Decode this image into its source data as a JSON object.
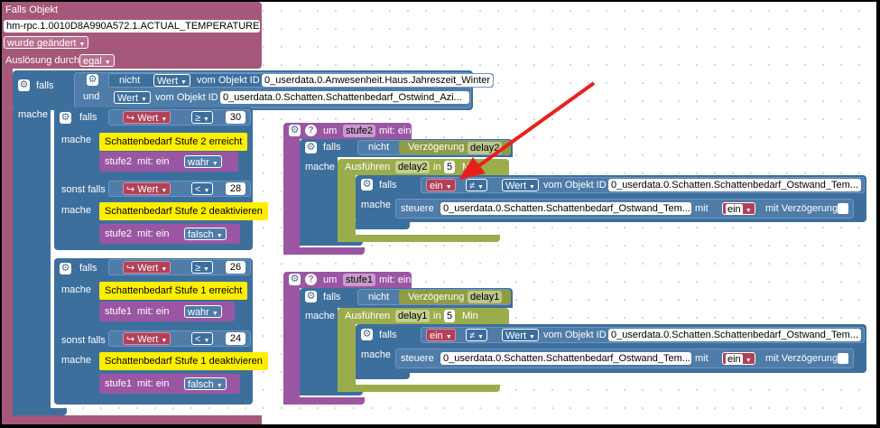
{
  "trigger": {
    "title": "Falls Objekt",
    "object_id": "hm-rpc.1.0010D8A990A572.1.ACTUAL_TEMPERATURE",
    "changed": "wurde geändert",
    "trigger_label": "Auslösung durch",
    "trigger_value": "egal"
  },
  "outer_if": {
    "falls": "falls",
    "und": "und",
    "nicht": "nicht",
    "mache": "mache",
    "wert": "Wert",
    "vom_objekt": "vom Objekt ID",
    "obj1": "0_userdata.0.Anwesenheit.Haus.Jahreszeit_Winter",
    "obj2": "0_userdata.0.Schatten.Schattenbedarf_Ostwind_Azi..."
  },
  "left_ifs": [
    {
      "falls": "falls",
      "op": "≥",
      "value": "30",
      "mache": "mache",
      "text": "Schattenbedarf Stufe 2 erreicht",
      "var": "stufe2",
      "mit": "mit: ein",
      "val": "wahr"
    },
    {
      "falls": "sonst falls",
      "op": "<",
      "value": "28",
      "mache": "mache",
      "text": "Schattenbedarf Stufe 2 deaktivieren",
      "var": "stufe2",
      "mit": "mit: ein",
      "val": "falsch"
    },
    {
      "falls": "falls",
      "op": "≥",
      "value": "26",
      "mache": "mache",
      "text": "Schattenbedarf Stufe 1 erreicht",
      "var": "stufe1",
      "mit": "mit: ein",
      "val": "wahr"
    },
    {
      "falls": "sonst falls",
      "op": "<",
      "value": "24",
      "mache": "mache",
      "text": "Schattenbedarf Stufe 1 deaktivieren",
      "var": "stufe1",
      "mit": "mit: ein",
      "val": "falsch"
    }
  ],
  "left_value_label": "Wert",
  "functions": [
    {
      "um": "um",
      "name": "stufe2",
      "mit": "mit: ein",
      "falls": "falls",
      "nicht": "nicht",
      "verz": "Verzögerung",
      "delay": "delay2",
      "mache": "mache",
      "ausf": "Ausführen",
      "in": "in",
      "num": "5",
      "unit": "Min",
      "if_falls": "falls",
      "ein": "ein",
      "neq": "≠",
      "wert": "Wert",
      "vom": "vom Objekt ID",
      "obj": "0_userdata.0.Schatten.Schattenbedarf_Ostwand_Tem...",
      "steuere": "steuere",
      "sobj": "0_userdata.0.Schatten.Schattenbedarf_Ostwand_Tem...",
      "mit2": "mit",
      "mitv": "mit Verzögerung"
    },
    {
      "um": "um",
      "name": "stufe1",
      "mit": "mit: ein",
      "falls": "falls",
      "nicht": "nicht",
      "verz": "Verzögerung",
      "delay": "delay1",
      "mache": "mache",
      "ausf": "Ausführen",
      "in": "in",
      "num": "5",
      "unit": "Min",
      "if_falls": "falls",
      "ein": "ein",
      "neq": "≠",
      "wert": "Wert",
      "vom": "vom Objekt ID",
      "obj": "0_userdata.0.Schatten.Schattenbedarf_Ostwand_Tem...",
      "steuere": "steuere",
      "sobj": "0_userdata.0.Schatten.Schattenbedarf_Ostwand_Tem...",
      "mit2": "mit",
      "mitv": "mit Verzögerung"
    }
  ],
  "colors": {
    "event": "#a5587a",
    "logic": "#3d6f9d",
    "value": "#b24157",
    "timer": "#8e9d42",
    "function": "#9b56a3",
    "text": "#ffee00",
    "annotation": "#e8201c"
  },
  "icons": {
    "gear": "gear-icon",
    "help": "help-icon",
    "arrow": "red-arrow-annotation"
  }
}
